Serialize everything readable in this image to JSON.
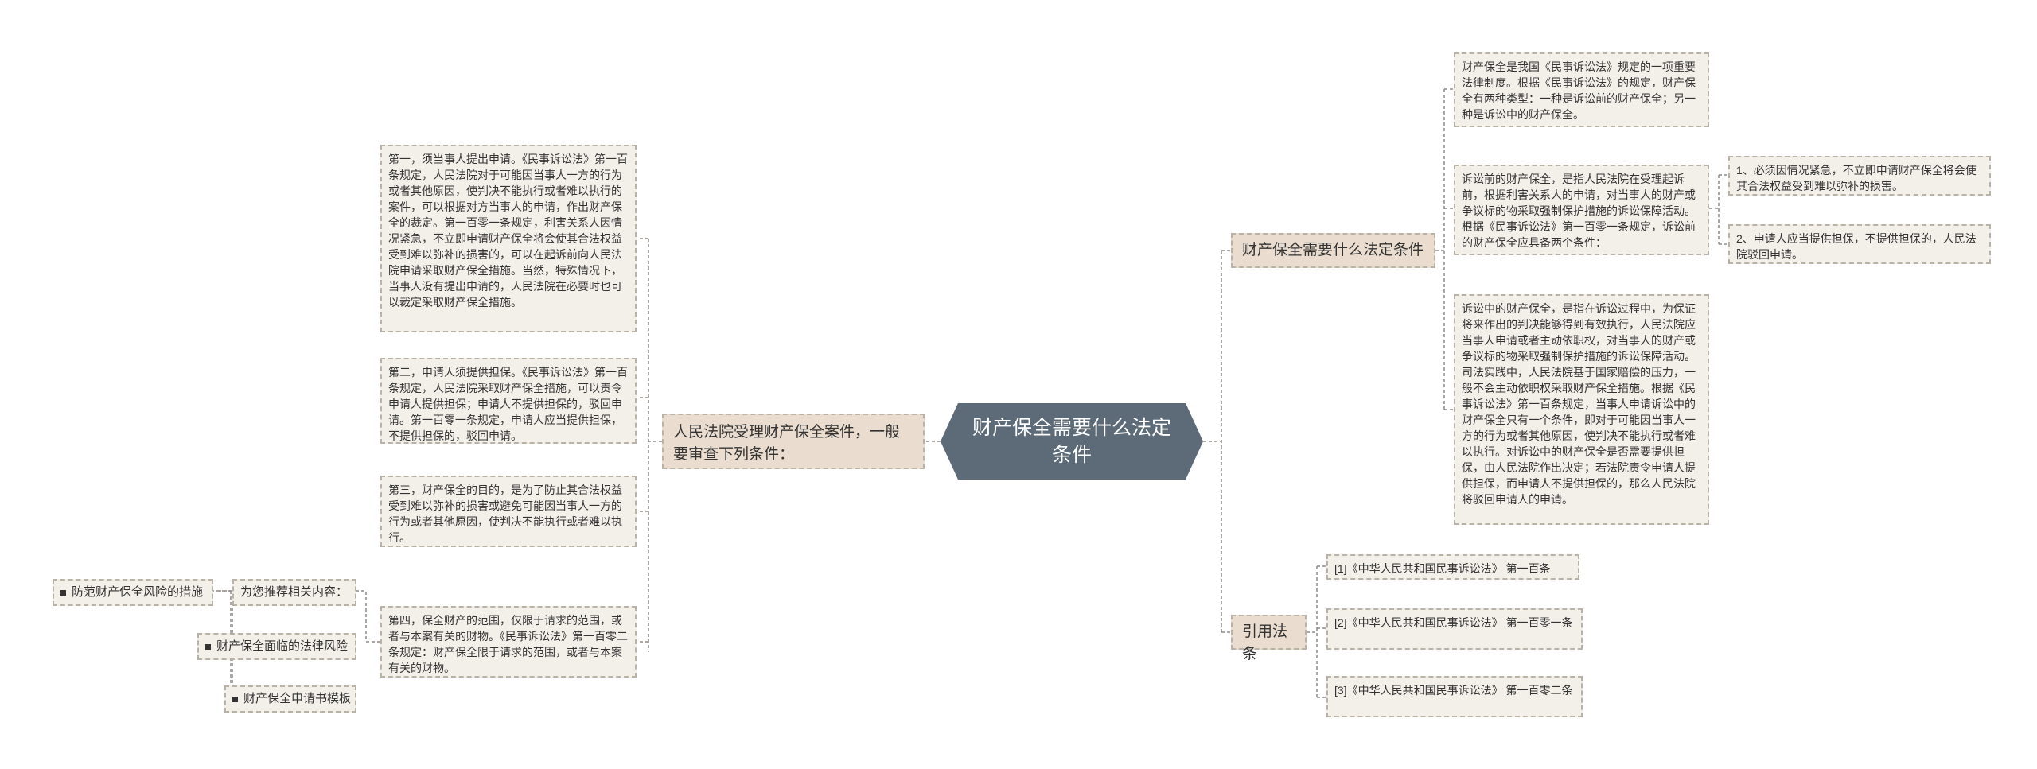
{
  "root": {
    "title": "财产保全需要什么法定条件"
  },
  "left": {
    "branch": {
      "label": "人民法院受理财产保全案件，一般要审查下列条件："
    },
    "items": [
      "第一，须当事人提出申请。《民事诉讼法》第一百条规定，人民法院对于可能因当事人一方的行为或者其他原因，使判决不能执行或者难以执行的案件，可以根据对方当事人的申请，作出财产保全的裁定。第一百零一条规定，利害关系人因情况紧急，不立即申请财产保全将会使其合法权益受到难以弥补的损害的，可以在起诉前向人民法院申请采取财产保全措施。当然，特殊情况下，当事人没有提出申请的，人民法院在必要时也可以裁定采取财产保全措施。",
      "第二，申请人须提供担保。《民事诉讼法》第一百条规定，人民法院采取财产保全措施，可以责令申请人提供担保；申请人不提供担保的，驳回申请。第一百零一条规定，申请人应当提供担保，不提供担保的，驳回申请。",
      "第三，财产保全的目的，是为了防止其合法权益受到难以弥补的损害或避免可能因当事人一方的行为或者其他原因，使判决不能执行或者难以执行。",
      "第四，保全财产的范围，仅限于请求的范围，或者与本案有关的财物。《民事诉讼法》第一百零二条规定：财产保全限于请求的范围，或者与本案有关的财物。"
    ],
    "recommend": {
      "label": "为您推荐相关内容：",
      "links": [
        "防范财产保全风险的措施",
        "财产保全面临的法律风险",
        "财产保全申请书模板"
      ]
    }
  },
  "right": {
    "conditions": {
      "label": "财产保全需要什么法定条件",
      "intro": "财产保全是我国《民事诉讼法》规定的一项重要法律制度。根据《民事诉讼法》的规定，财产保全有两种类型：一种是诉讼前的财产保全；另一种是诉讼中的财产保全。",
      "pre_suit": "诉讼前的财产保全，是指人民法院在受理起诉前，根据利害关系人的申请，对当事人的财产或争议标的物采取强制保护措施的诉讼保障活动。根据《民事诉讼法》第一百零一条规定，诉讼前的财产保全应具备两个条件：",
      "pre_suit_conditions": [
        "1、必须因情况紧急，不立即申请财产保全将会使其合法权益受到难以弥补的损害。",
        "2、申请人应当提供担保，不提供担保的，人民法院驳回申请。"
      ],
      "in_suit": "诉讼中的财产保全，是指在诉讼过程中，为保证将来作出的判决能够得到有效执行，人民法院应当事人申请或者主动依职权，对当事人的财产或争议标的物采取强制保护措施的诉讼保障活动。司法实践中，人民法院基于国家赔偿的压力，一般不会主动依职权采取财产保全措施。根据《民事诉讼法》第一百条规定，当事人申请诉讼中的财产保全只有一个条件，即对于可能因当事人一方的行为或者其他原因，使判决不能执行或者难以执行。对诉讼中的财产保全是否需要提供担保，由人民法院作出决定；若法院责令申请人提供担保，而申请人不提供担保的，那么人民法院将驳回申请人的申请。"
    },
    "laws": {
      "label": "引用法条",
      "items": [
        "[1]《中华人民共和国民事诉讼法》 第一百条",
        "[2]《中华人民共和国民事诉讼法》 第一百零一条",
        "[3]《中华人民共和国民事诉讼法》 第一百零二条"
      ]
    }
  },
  "colors": {
    "root_fill": "#5c6b77",
    "branch_fill": "#eaddcf",
    "leaf_fill": "#f3f0ea",
    "border": "#b9b2a6",
    "connector": "#8d8a86"
  }
}
